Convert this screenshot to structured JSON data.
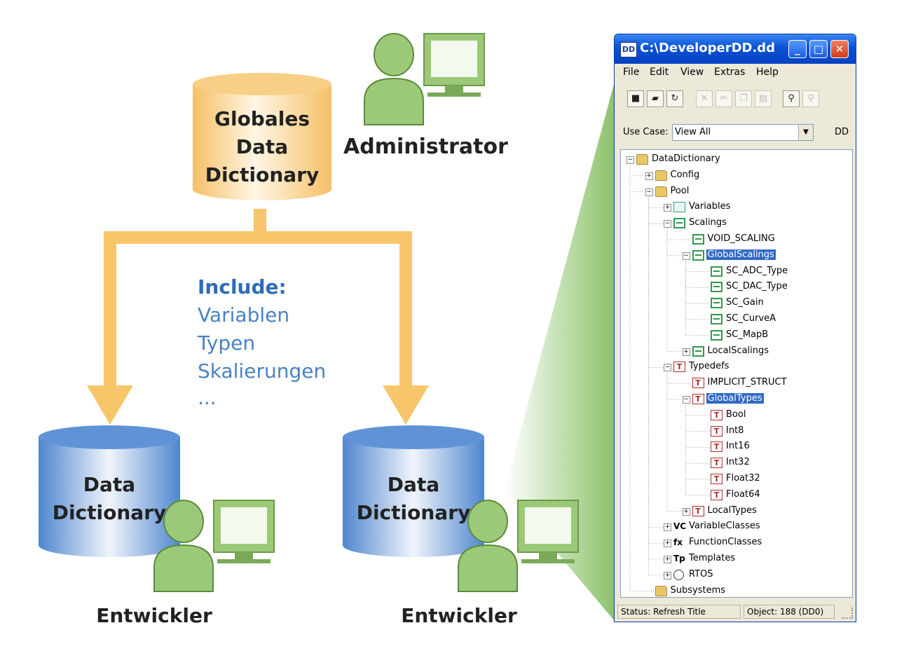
{
  "diagram": {
    "global_dictionary_label": "Globales\nData\nDictionary",
    "administrator_label": "Administrator",
    "include_title": "Include:",
    "include_items": [
      "Variablen",
      "Typen",
      "Skalierungen",
      "..."
    ],
    "local_dictionary_label": "Data\nDictionary",
    "developer_label": "Entwickler",
    "colors": {
      "orange": "#f7c66b",
      "blue": "#5b8fd1",
      "green": "#9cc978"
    }
  },
  "window": {
    "title": "C:\\DeveloperDD.dd",
    "app_icon_text": "DD",
    "menu": [
      "File",
      "Edit",
      "View",
      "Extras",
      "Help"
    ],
    "toolbar_icons": [
      "save-icon",
      "open-icon",
      "refresh-icon",
      "delete-icon",
      "cut-icon",
      "copy-icon",
      "paste-icon",
      "find-icon",
      "find-next-icon"
    ],
    "use_case": {
      "label": "Use Case:",
      "value": "View All",
      "suffix": "DD"
    },
    "tree": [
      {
        "label": "DataDictionary",
        "level": 0,
        "icon": "folder",
        "expander": "−"
      },
      {
        "label": "Config",
        "level": 1,
        "icon": "folder",
        "expander": "+"
      },
      {
        "label": "Pool",
        "level": 1,
        "icon": "folder",
        "expander": "−"
      },
      {
        "label": "Variables",
        "level": 2,
        "icon": "var",
        "expander": "+"
      },
      {
        "label": "Scalings",
        "level": 2,
        "icon": "scal",
        "expander": "−"
      },
      {
        "label": "VOID_SCALING",
        "level": 3,
        "icon": "scal",
        "expander": ""
      },
      {
        "label": "GlobalScalings",
        "level": 3,
        "icon": "scal",
        "expander": "−",
        "selected": true
      },
      {
        "label": "SC_ADC_Type",
        "level": 4,
        "icon": "scal",
        "expander": ""
      },
      {
        "label": "SC_DAC_Type",
        "level": 4,
        "icon": "scal",
        "expander": ""
      },
      {
        "label": "SC_Gain",
        "level": 4,
        "icon": "scal",
        "expander": ""
      },
      {
        "label": "SC_CurveA",
        "level": 4,
        "icon": "scal",
        "expander": ""
      },
      {
        "label": "SC_MapB",
        "level": 4,
        "icon": "scal",
        "expander": ""
      },
      {
        "label": "LocalScalings",
        "level": 3,
        "icon": "scal",
        "expander": "+"
      },
      {
        "label": "Typedefs",
        "level": 2,
        "icon": "type",
        "expander": "−"
      },
      {
        "label": "IMPLICIT_STRUCT",
        "level": 3,
        "icon": "type",
        "expander": ""
      },
      {
        "label": "GlobalTypes",
        "level": 3,
        "icon": "type",
        "expander": "−",
        "selected": true
      },
      {
        "label": "Bool",
        "level": 4,
        "icon": "type",
        "expander": ""
      },
      {
        "label": "Int8",
        "level": 4,
        "icon": "type",
        "expander": ""
      },
      {
        "label": "Int16",
        "level": 4,
        "icon": "type",
        "expander": ""
      },
      {
        "label": "Int32",
        "level": 4,
        "icon": "type",
        "expander": ""
      },
      {
        "label": "Float32",
        "level": 4,
        "icon": "type",
        "expander": ""
      },
      {
        "label": "Float64",
        "level": 4,
        "icon": "type",
        "expander": ""
      },
      {
        "label": "LocalTypes",
        "level": 3,
        "icon": "type",
        "expander": "+"
      },
      {
        "label": "VariableClasses",
        "level": 2,
        "icon": "vc",
        "expander": "+"
      },
      {
        "label": "FunctionClasses",
        "level": 2,
        "icon": "fc",
        "expander": "+"
      },
      {
        "label": "Templates",
        "level": 2,
        "icon": "tp",
        "expander": "+"
      },
      {
        "label": "RTOS",
        "level": 2,
        "icon": "rtos",
        "expander": "+"
      },
      {
        "label": "Subsystems",
        "level": 1,
        "icon": "folder",
        "expander": ""
      }
    ],
    "icon_glyphs": {
      "type": "T",
      "vc": "VC",
      "fc": "fx",
      "tp": "Tp"
    },
    "status": {
      "left": "Status: Refresh Title",
      "right": "Object: 188 (DD0)"
    }
  }
}
